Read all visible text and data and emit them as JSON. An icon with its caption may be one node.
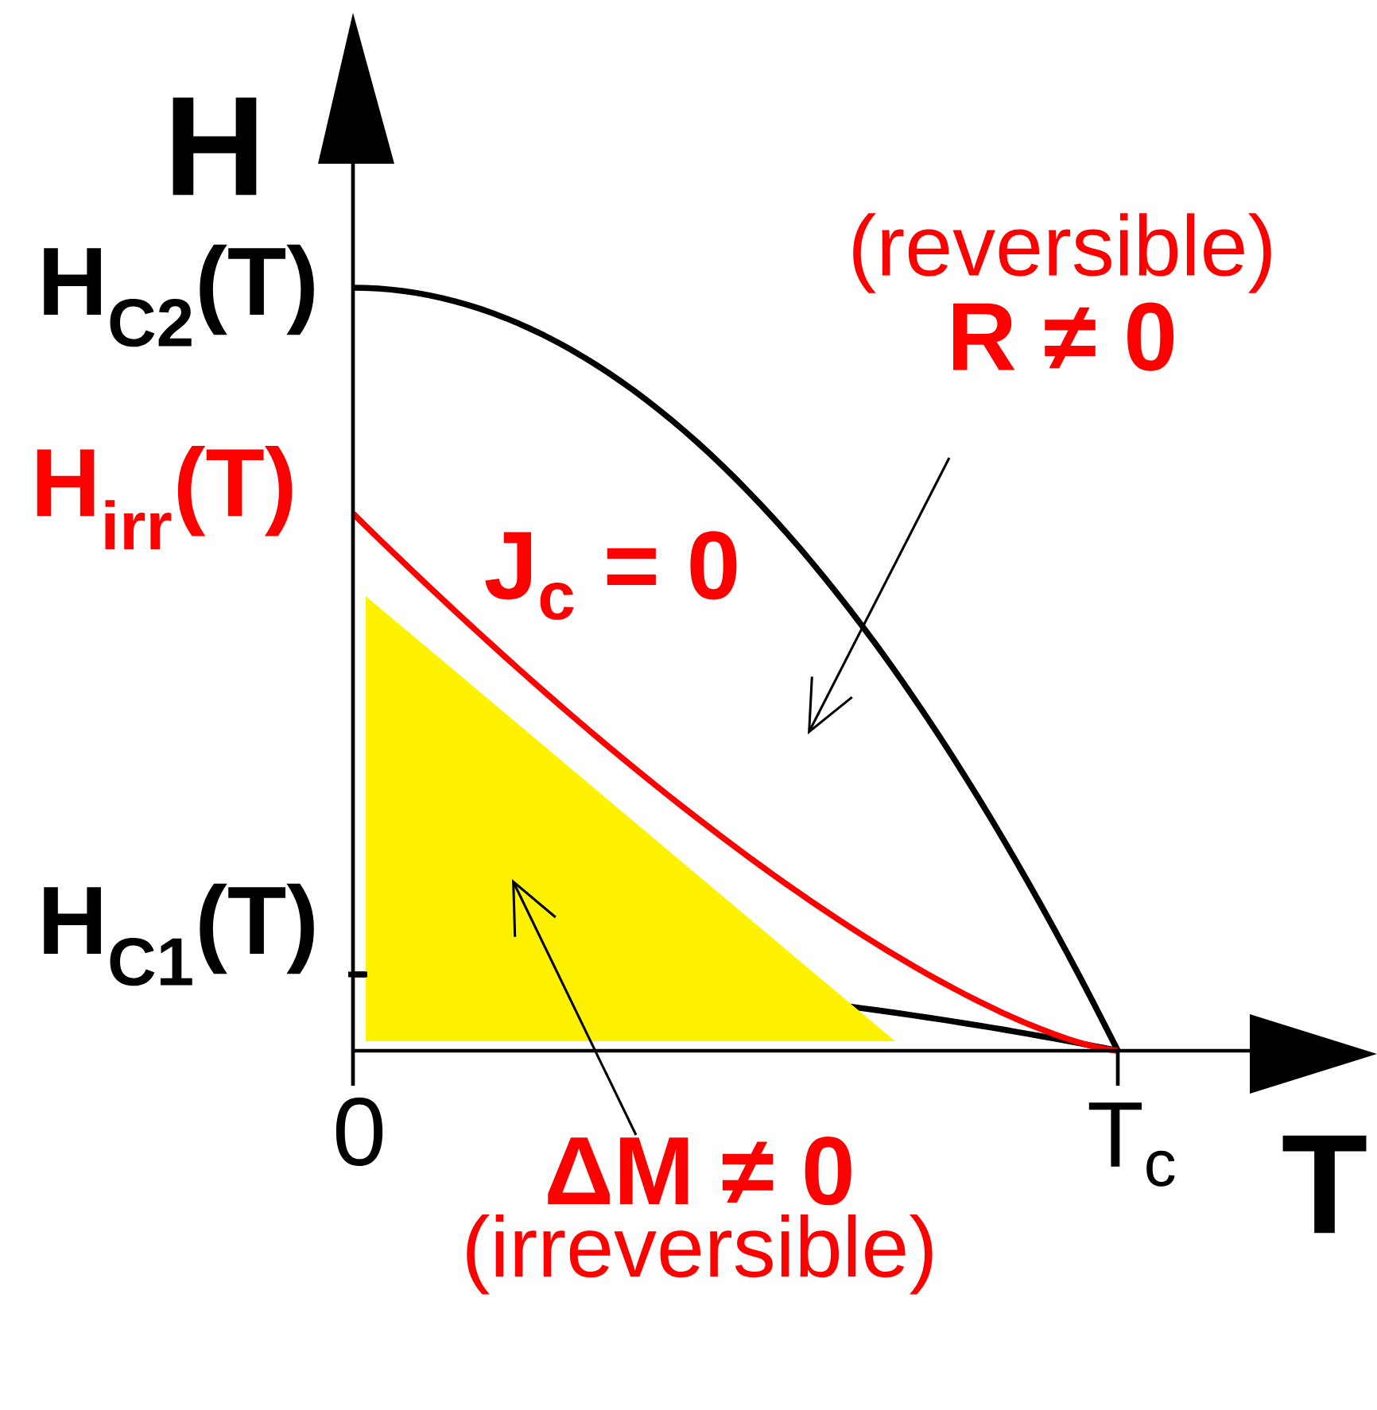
{
  "diagram": {
    "nodes": [
      {
        "text": [
          "(reversible)",
          "R ≠ 0"
        ]
      },
      {
        "text": [
          "ΔM ≠ 0",
          "(irreversible)"
        ]
      },
      {
        "text": [],
        "shape": "triangle"
      }
    ],
    "edges": [
      {
        "from": 0,
        "to": null,
        "arrow": "to"
      },
      {
        "from": 1,
        "to": 2,
        "arrow": "to"
      }
    ],
    "labels": [
      "H",
      "H$_{C2}$(T)",
      "H$_{irr}$(T)",
      "J$_{c}$ = 0",
      "H$_{C1}$(T)",
      "0",
      "T$_{c}$",
      "T"
    ]
  }
}
